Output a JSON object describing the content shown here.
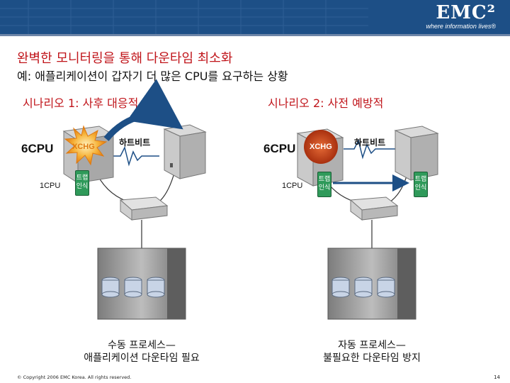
{
  "header": {
    "logo_text": "EMC²",
    "logo_tagline": "where information lives®"
  },
  "title": "완벽한 모니터링을 통해 다운타임 최소화",
  "subtitle": "예: 애플리케이션이 갑자기 더 많은 CPU를 요구하는 상황",
  "scenario1": {
    "title": "시나리오 1: 사후 대응적",
    "cpu_high": "6CPU",
    "cpu_low": "1CPU",
    "app": "XCHG",
    "heartbeat": "하트비트",
    "trap": "트랩 인식",
    "caption_line1": "수동 프로세스—",
    "caption_line2": "애플리케이션 다운타임 필요"
  },
  "scenario2": {
    "title": "시나리오 2: 사전 예방적",
    "cpu_high": "6CPU",
    "cpu_low": "1CPU",
    "app": "XCHG",
    "heartbeat": "하트비트",
    "trap_left": "트랩 인식",
    "trap_right": "트랩 인식",
    "caption_line1": "자동 프로세스—",
    "caption_line2": "불필요한 다운타임 방지"
  },
  "footer": {
    "copyright": "© Copyright 2006 EMC Korea. All rights reserved.",
    "page": "14"
  },
  "colors": {
    "header": "#1d4f86",
    "title": "#c0141a",
    "arrow": "#1d4f86",
    "trap": "#2f9a5a",
    "xchg_circle": "#c8441b",
    "burst": "#f29a1b"
  }
}
